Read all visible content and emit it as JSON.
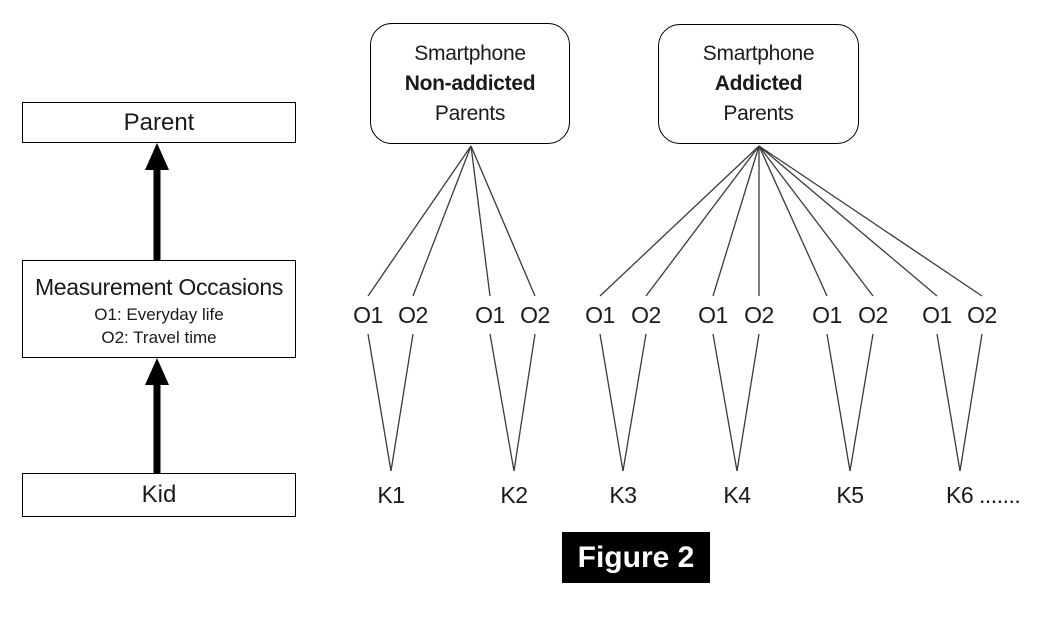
{
  "figure": {
    "caption": "Figure 2"
  },
  "left_column": {
    "parent_label": "Parent",
    "measurement_title": "Measurement Occasions",
    "measurement_occasion1": "O1: Everyday life",
    "measurement_occasion2": "O2: Travel time",
    "kid_label": "Kid"
  },
  "groups": [
    {
      "line1": "Smartphone",
      "line2": "Non-addicted",
      "line3": "Parents"
    },
    {
      "line1": "Smartphone",
      "line2": "Addicted",
      "line3": "Parents"
    }
  ],
  "units": [
    {
      "o1": "O1",
      "o2": "O2",
      "kid": "K1"
    },
    {
      "o1": "O1",
      "o2": "O2",
      "kid": "K2"
    },
    {
      "o1": "O1",
      "o2": "O2",
      "kid": "K3"
    },
    {
      "o1": "O1",
      "o2": "O2",
      "kid": "K4"
    },
    {
      "o1": "O1",
      "o2": "O2",
      "kid": "K5"
    },
    {
      "o1": "O1",
      "o2": "O2",
      "kid": "K6 ......."
    }
  ],
  "colors": {
    "background": "#ffffff",
    "line": "#3a3a3a",
    "box_border": "#000000",
    "text": "#1a1a1a",
    "caption_bg": "#000000",
    "caption_text": "#ffffff"
  }
}
